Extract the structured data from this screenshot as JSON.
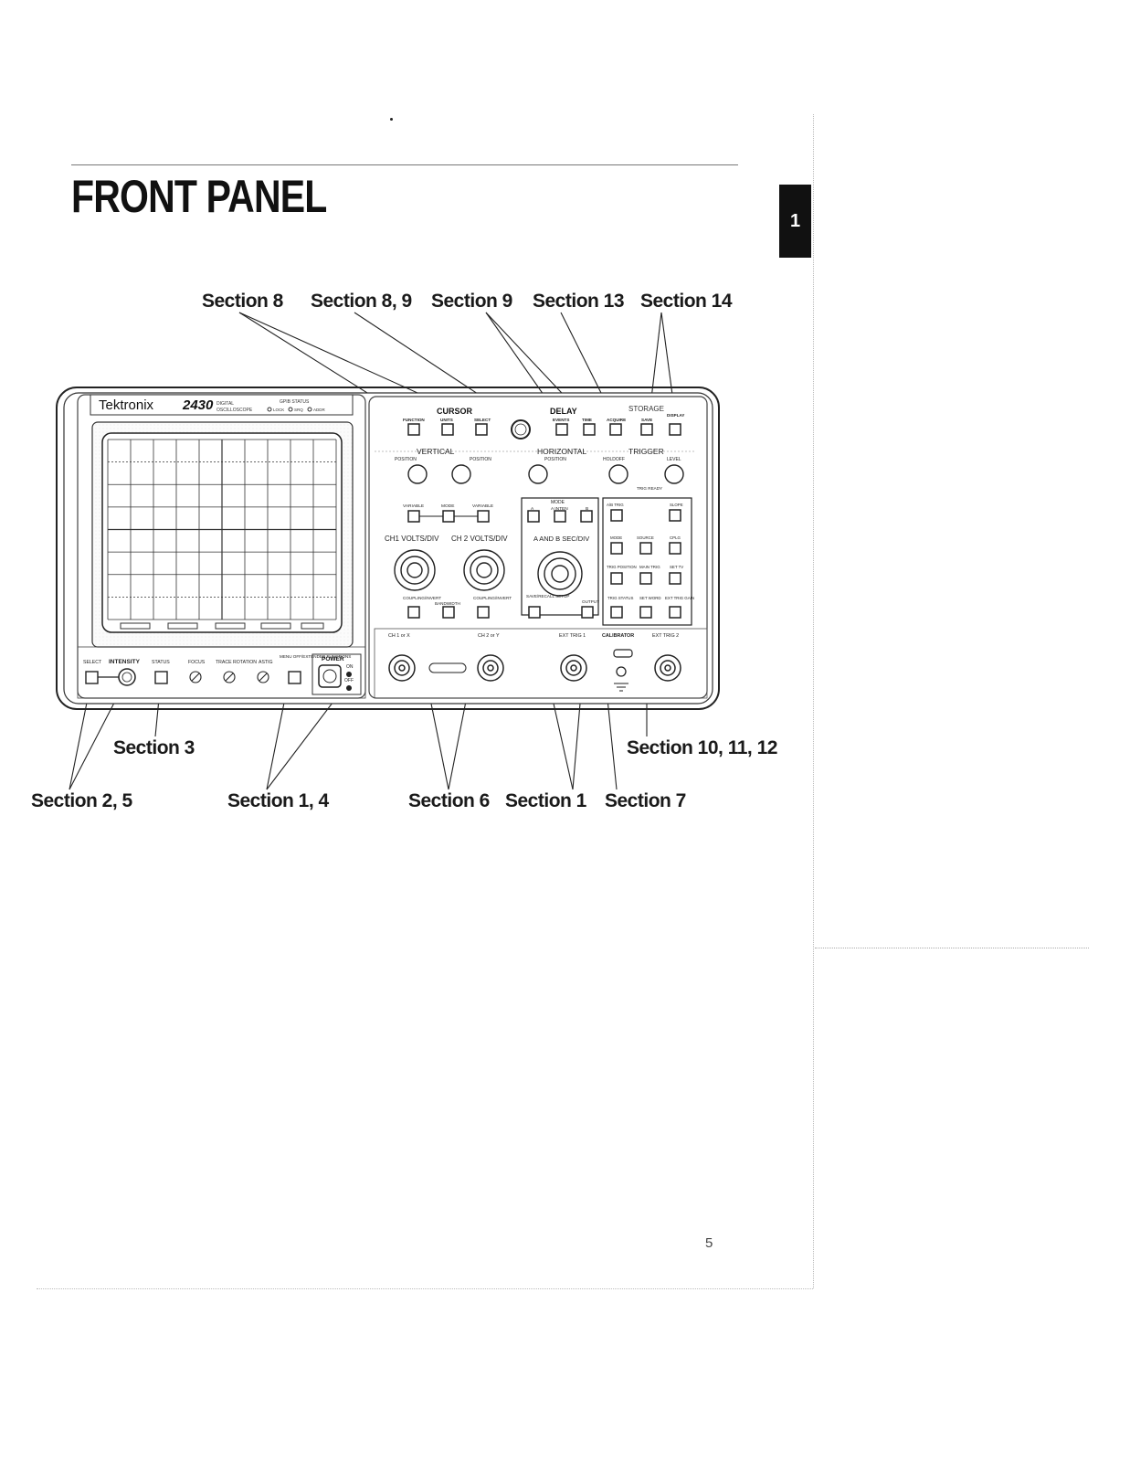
{
  "page": {
    "title": "FRONT PANEL",
    "tab_number": "1",
    "page_number": "5"
  },
  "callouts": {
    "top": [
      "Section 8",
      "Section 8, 9",
      "Section 9",
      "Section 13",
      "Section 14"
    ],
    "bottom_row1": [
      "Section 3",
      "Section 10, 11, 12"
    ],
    "bottom_row2": [
      "Section 2, 5",
      "Section 1, 4",
      "Section 6",
      "Section 1",
      "Section 7"
    ]
  },
  "panel": {
    "brand": "Tektronix",
    "model": "2430",
    "model_desc_1": "DIGITAL",
    "model_desc_2": "OSCILLOSCOPE",
    "gpib_status": "GPIB STATUS",
    "gpib_lights": [
      "LOCK",
      "SRQ",
      "ADDR"
    ],
    "groups": {
      "cursor": "CURSOR",
      "delay": "DELAY",
      "storage": "STORAGE",
      "vertical": "VERTICAL",
      "horizontal": "HORIZONTAL",
      "trigger": "TRIGGER",
      "mode_box": "MODE",
      "calibrator": "CALIBRATOR",
      "power": "POWER"
    },
    "top_buttons": [
      "FUNCTION",
      "UNITS",
      "SELECT",
      "EVENTS",
      "TIME",
      "ACQUIRE",
      "SAVE",
      "DISPLAY"
    ],
    "knob_labels": {
      "pos1": "POSITION",
      "pos2": "POSITION",
      "hpos": "POSITION",
      "holdoff": "HOLDOFF",
      "level": "LEVEL",
      "ch1": "CH1 VOLTS/DIV",
      "ch2": "CH 2 VOLTS/DIV",
      "sec": "A AND B SEC/DIV"
    },
    "vert_buttons": [
      "VARIABLE",
      "MODE",
      "VARIABLE"
    ],
    "mode_buttons": [
      "A",
      "A INTEN",
      "B"
    ],
    "coupling_buttons": [
      "COUPLING/INVERT",
      "BANDWIDTH",
      "COUPLING/INVERT"
    ],
    "save_recall": "SAVE/RECALL SETUP",
    "output": "OUTPUT",
    "trigger_buttons": [
      "A/B TRIG",
      "SLOPE",
      "MODE",
      "SOURCE",
      "CPLG",
      "TRIG POSITION",
      "MAIN TRIG",
      "SET TV",
      "TRIG STATUS",
      "SET WORD",
      "EXT TRIG GAIN"
    ],
    "trig_ready": "TRIG READY",
    "connectors": [
      "CH 1 or X",
      "CH 2 or Y",
      "EXT TRIG 1",
      "EXT TRIG 2"
    ],
    "bottom_controls": [
      "SELECT",
      "INTENSITY",
      "STATUS",
      "FOCUS",
      "TRACE ROTATION",
      "ASTIG",
      "MENU OFF/EXTENDED FUNCTIONS"
    ],
    "power_labels": [
      "ON",
      "OFF"
    ]
  }
}
